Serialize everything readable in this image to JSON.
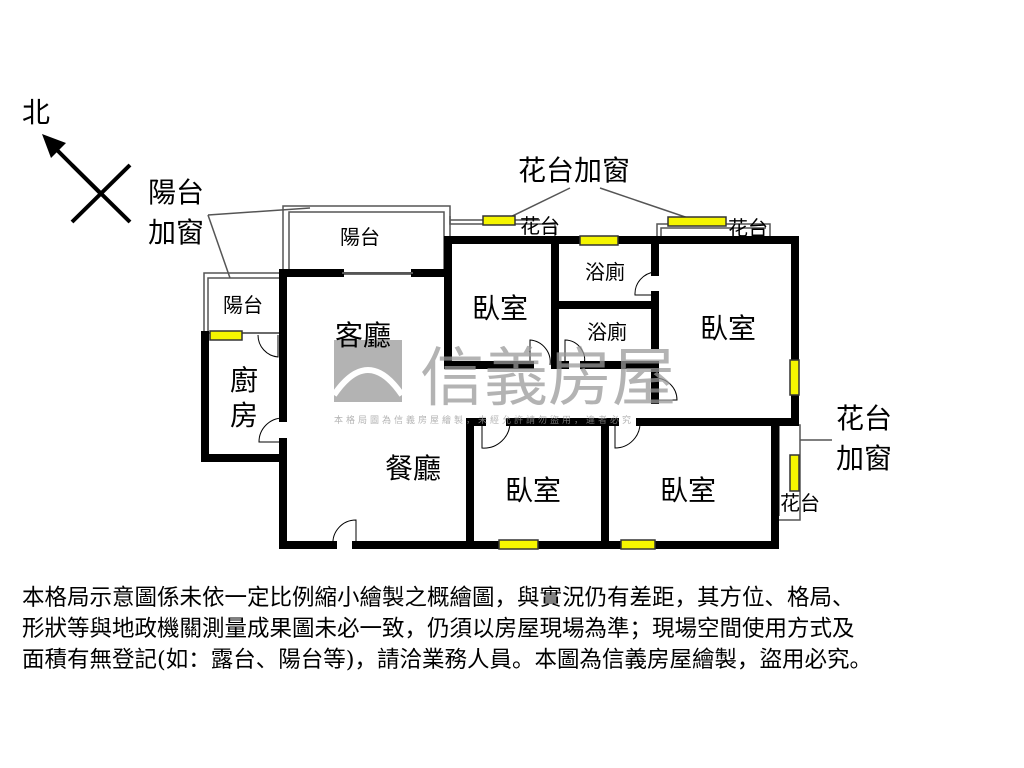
{
  "compass": {
    "label": "北",
    "icon": "north-arrow-icon"
  },
  "annotations": {
    "balcony_window": [
      "陽台",
      "加窗"
    ],
    "planter_window_top": "花台加窗",
    "planter_window_right": [
      "花台",
      "加窗"
    ]
  },
  "rooms": {
    "balcony_top": "陽台",
    "balcony_left": "陽台",
    "living_room": "客廳",
    "dining_room": "餐廳",
    "kitchen": [
      "廚",
      "房"
    ],
    "bedroom_1": "臥室",
    "bedroom_2": "臥室",
    "bedroom_3": "臥室",
    "bedroom_4": "臥室",
    "bathroom_1": "浴廁",
    "bathroom_2": "浴廁",
    "planter_1": "花台",
    "planter_2": "花台",
    "planter_3": "花台"
  },
  "watermark": {
    "brand": "信義房屋",
    "subtext": "本格局圖為信義房屋繪製，未經允許請勿盜用，違者必究"
  },
  "colors": {
    "window": "#f5f500",
    "wall": "#000000",
    "watermark": "#9a9a9a"
  },
  "disclaimer": [
    "本格局示意圖係未依一定比例縮小繪製之概繪圖，與實況仍有差距，其方位、格局、",
    "形狀等與地政機關測量成果圖未必一致，仍須以房屋現場為準；現場空間使用方式及",
    "面積有無登記(如：露台、陽台等)，請洽業務人員。本圖為信義房屋繪製，盜用必究。"
  ]
}
